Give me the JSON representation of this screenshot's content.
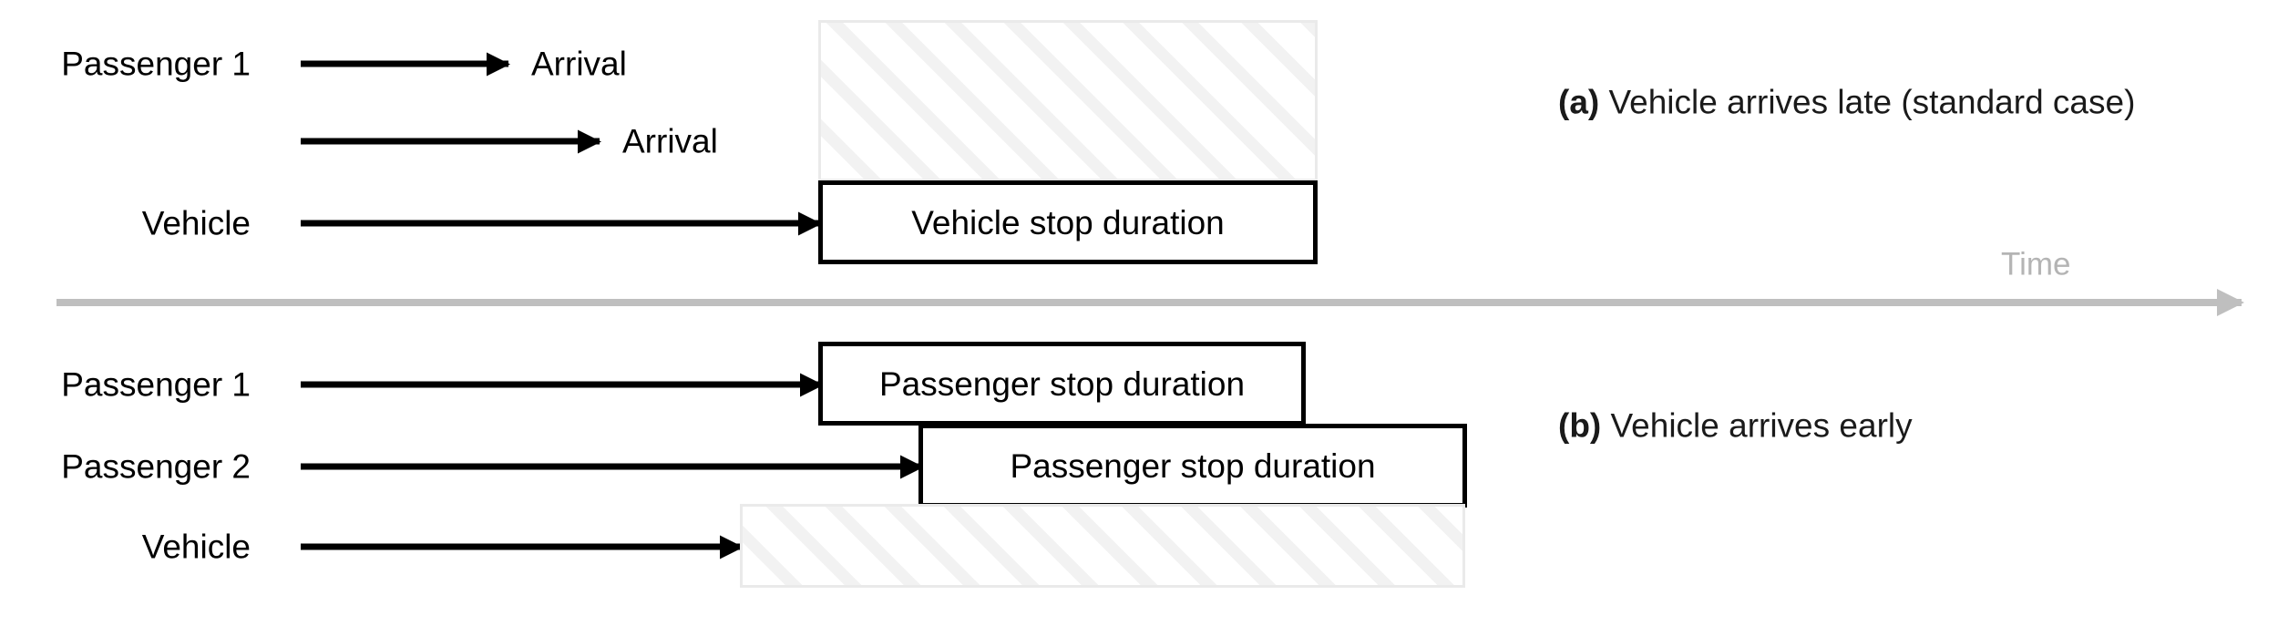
{
  "figure": {
    "time_axis": {
      "label": "Time"
    },
    "panels": [
      {
        "id": "a",
        "marker": "(a)",
        "caption": "Vehicle arrives late (standard case)",
        "rows": [
          {
            "actor_label": "Passenger 1",
            "event_label": "Arrival",
            "block_label": ""
          },
          {
            "actor_label": "",
            "event_label": "Arrival",
            "block_label": ""
          },
          {
            "actor_label": "Vehicle",
            "event_label": "",
            "block_label": "Vehicle stop duration"
          }
        ]
      },
      {
        "id": "b",
        "marker": "(b)",
        "caption": "Vehicle arrives early",
        "rows": [
          {
            "actor_label": "Passenger 1",
            "event_label": "",
            "block_label": "Passenger stop duration"
          },
          {
            "actor_label": "Passenger 2",
            "event_label": "",
            "block_label": "Passenger stop duration"
          },
          {
            "actor_label": "Vehicle",
            "event_label": "",
            "block_label": ""
          }
        ]
      }
    ]
  },
  "colors": {
    "stroke": "#000000",
    "axis": "#bfbfbf",
    "hatch": "#f2f2f2",
    "hatch_border": "#eaeaea",
    "background": "#ffffff"
  }
}
